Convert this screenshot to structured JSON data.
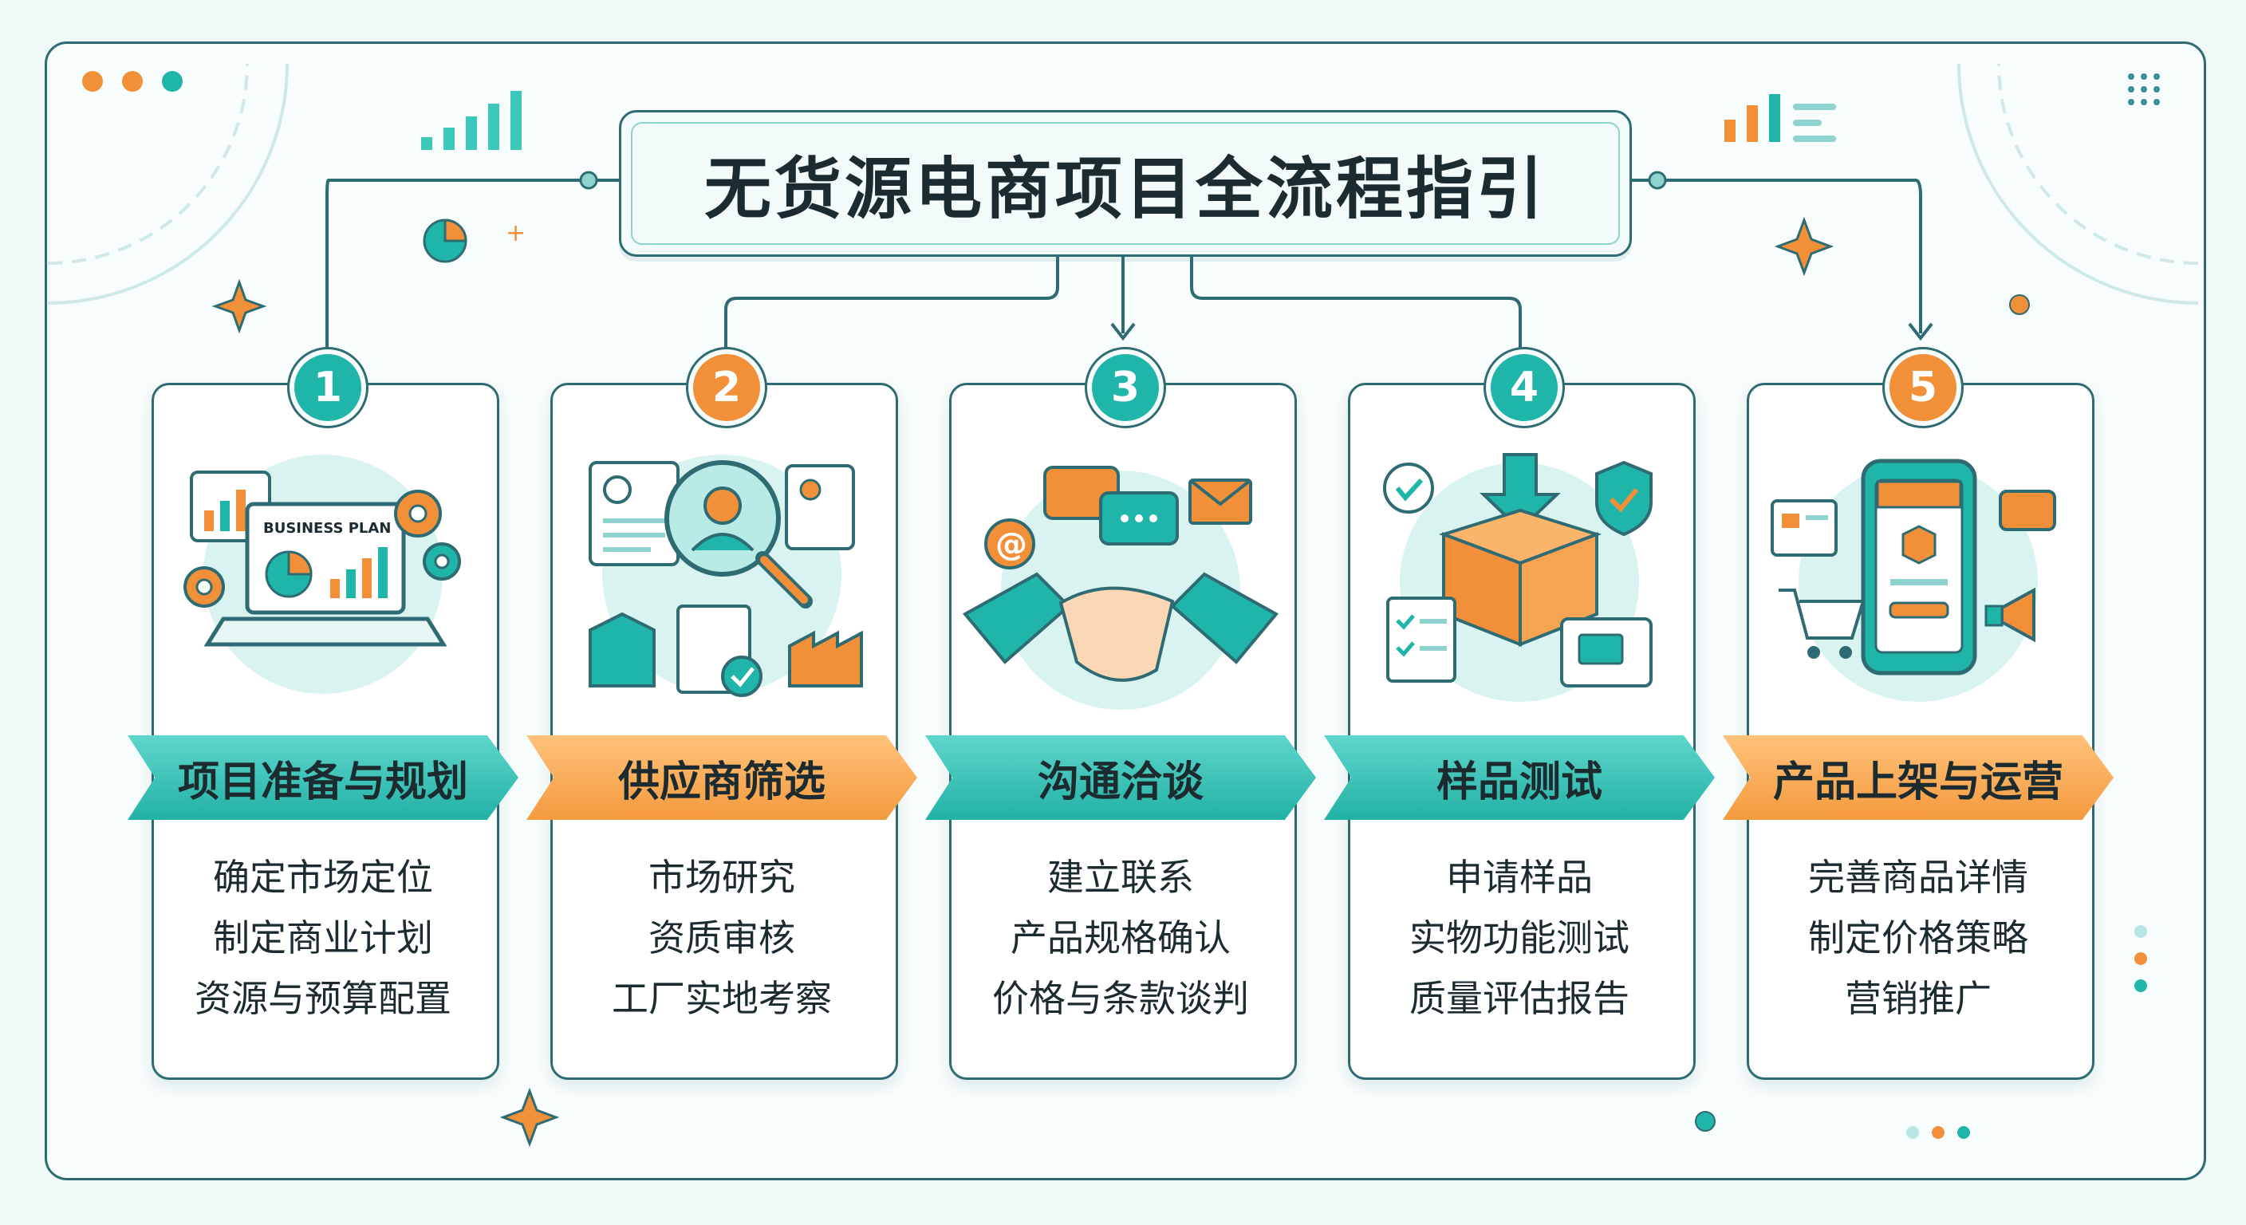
{
  "title": "无货源电商项目全流程指引",
  "illustration_text": "BUSINESS PLAN",
  "steps": [
    {
      "number": "1",
      "title": "项目准备与规划",
      "color": "teal",
      "items": [
        "确定市场定位",
        "制定商业计划",
        "资源与预算配置"
      ],
      "icon": "business-plan-laptop-icon"
    },
    {
      "number": "2",
      "title": "供应商筛选",
      "color": "orange",
      "items": [
        "市场研究",
        "资质审核",
        "工厂实地考察"
      ],
      "icon": "supplier-search-icon"
    },
    {
      "number": "3",
      "title": "沟通洽谈",
      "color": "teal",
      "items": [
        "建立联系",
        "产品规格确认",
        "价格与条款谈判"
      ],
      "icon": "handshake-icon"
    },
    {
      "number": "4",
      "title": "样品测试",
      "color": "teal",
      "items": [
        "申请样品",
        "实物功能测试",
        "质量评估报告"
      ],
      "icon": "sample-box-icon"
    },
    {
      "number": "5",
      "title": "产品上架与运营",
      "color": "orange",
      "items": [
        "完善商品详情",
        "制定价格策略",
        "营销推广"
      ],
      "icon": "mobile-shop-icon"
    }
  ],
  "colors": {
    "teal": "#1fb5a8",
    "orange": "#f2903a",
    "outline": "#2f6b72",
    "background": "#eef9f8"
  }
}
